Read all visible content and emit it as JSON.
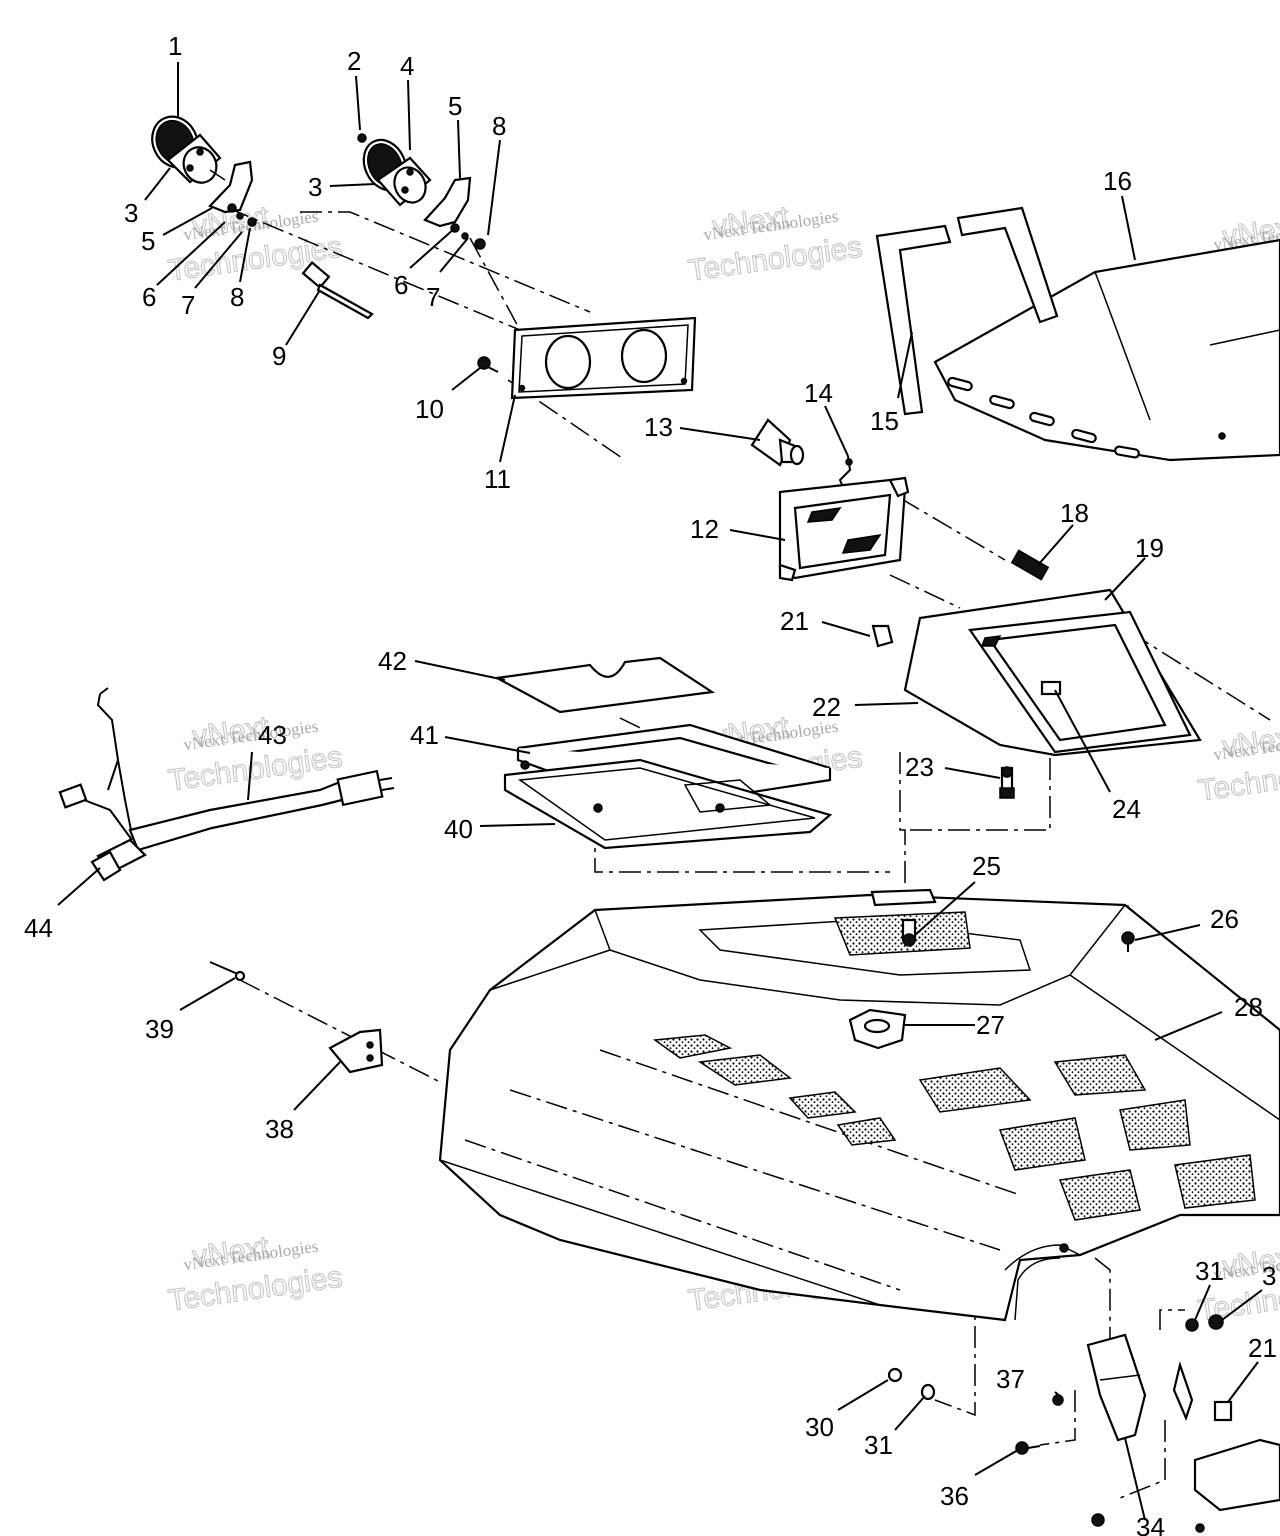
{
  "diagram": {
    "callouts": [
      {
        "id": "c1",
        "label": "1"
      },
      {
        "id": "c2",
        "label": "2"
      },
      {
        "id": "c3a",
        "label": "3"
      },
      {
        "id": "c3b",
        "label": "3"
      },
      {
        "id": "c4",
        "label": "4"
      },
      {
        "id": "c5a",
        "label": "5"
      },
      {
        "id": "c5b",
        "label": "5"
      },
      {
        "id": "c6a",
        "label": "6"
      },
      {
        "id": "c6b",
        "label": "6"
      },
      {
        "id": "c7a",
        "label": "7"
      },
      {
        "id": "c7b",
        "label": "7"
      },
      {
        "id": "c8a",
        "label": "8"
      },
      {
        "id": "c8b",
        "label": "8"
      },
      {
        "id": "c9",
        "label": "9"
      },
      {
        "id": "c10",
        "label": "10"
      },
      {
        "id": "c11",
        "label": "11"
      },
      {
        "id": "c12",
        "label": "12"
      },
      {
        "id": "c13",
        "label": "13"
      },
      {
        "id": "c14",
        "label": "14"
      },
      {
        "id": "c15",
        "label": "15"
      },
      {
        "id": "c16",
        "label": "16"
      },
      {
        "id": "c18",
        "label": "18"
      },
      {
        "id": "c19",
        "label": "19"
      },
      {
        "id": "c21a",
        "label": "21"
      },
      {
        "id": "c21b",
        "label": "21"
      },
      {
        "id": "c22",
        "label": "22"
      },
      {
        "id": "c23",
        "label": "23"
      },
      {
        "id": "c24",
        "label": "24"
      },
      {
        "id": "c25",
        "label": "25"
      },
      {
        "id": "c26",
        "label": "26"
      },
      {
        "id": "c27",
        "label": "27"
      },
      {
        "id": "c28",
        "label": "28"
      },
      {
        "id": "c30",
        "label": "30"
      },
      {
        "id": "c31a",
        "label": "31"
      },
      {
        "id": "c31b",
        "label": "31"
      },
      {
        "id": "c3c",
        "label": "3"
      },
      {
        "id": "c34",
        "label": "34"
      },
      {
        "id": "c36",
        "label": "36"
      },
      {
        "id": "c37",
        "label": "37"
      },
      {
        "id": "c38",
        "label": "38"
      },
      {
        "id": "c39",
        "label": "39"
      },
      {
        "id": "c40",
        "label": "40"
      },
      {
        "id": "c41",
        "label": "41"
      },
      {
        "id": "c42",
        "label": "42"
      },
      {
        "id": "c43",
        "label": "43"
      },
      {
        "id": "c44",
        "label": "44"
      }
    ],
    "watermark": {
      "line1": "vNext Technologies",
      "line2": "vNext",
      "line3": "Technologies"
    }
  }
}
